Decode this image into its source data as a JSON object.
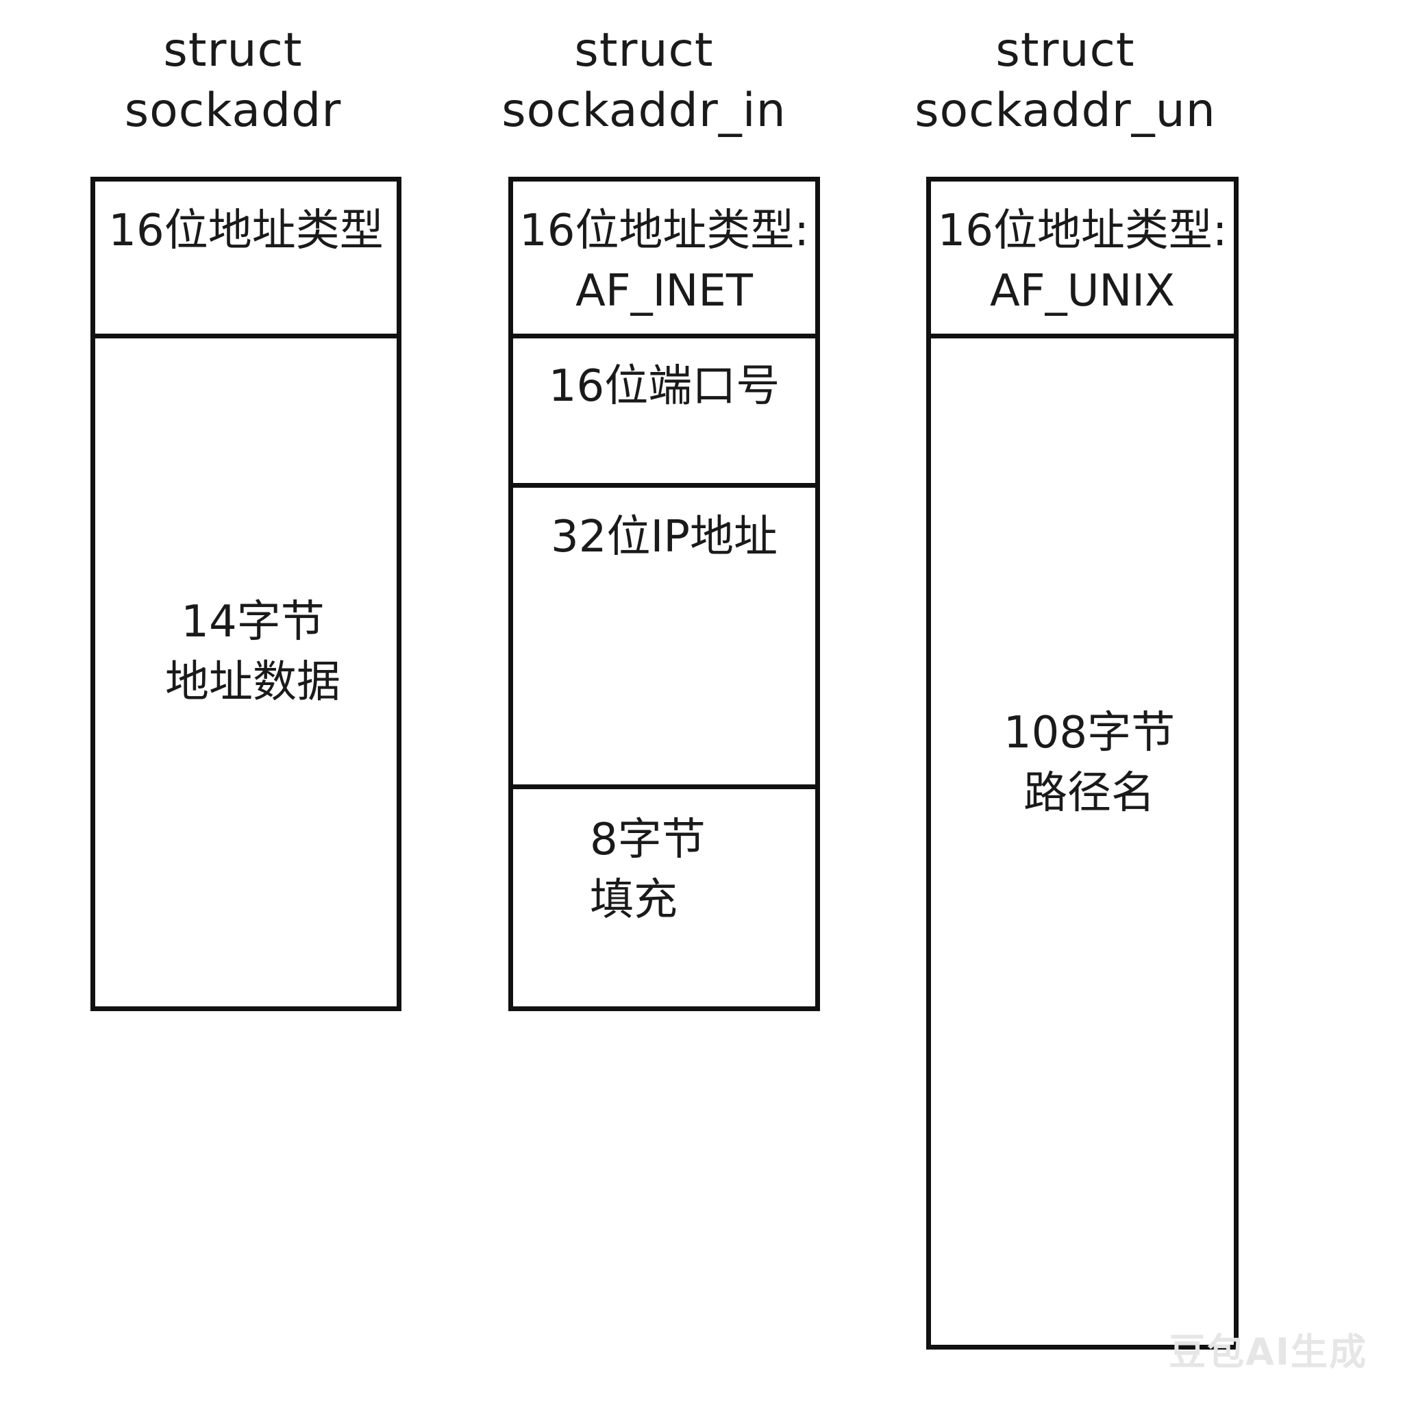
{
  "structs": [
    {
      "title_line1": "struct",
      "title_line2": "sockaddr",
      "fields": [
        {
          "line1": "16位地址类型",
          "line2": ""
        },
        {
          "line1": "14字节",
          "line2": "地址数据"
        }
      ]
    },
    {
      "title_line1": "struct",
      "title_line2": "sockaddr_in",
      "fields": [
        {
          "line1": "16位地址类型:",
          "line2": "AF_INET"
        },
        {
          "line1": "16位端口号",
          "line2": ""
        },
        {
          "line1": "32位IP地址",
          "line2": ""
        },
        {
          "line1": "8字节",
          "line2": "填充"
        }
      ]
    },
    {
      "title_line1": "struct",
      "title_line2": "sockaddr_un",
      "fields": [
        {
          "line1": "16位地址类型:",
          "line2": "AF_UNIX"
        },
        {
          "line1": "108字节",
          "line2": "路径名"
        }
      ]
    }
  ],
  "watermark": "豆包AI生成"
}
